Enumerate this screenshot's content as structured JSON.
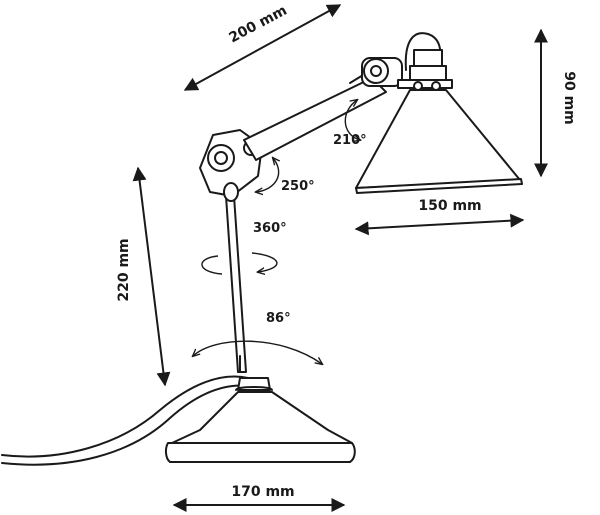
{
  "dimensions": {
    "arm_length": "200 mm",
    "shade_height": "90 mm",
    "shade_width": "150 mm",
    "stem_height": "220 mm",
    "base_width": "170 mm"
  },
  "angles": {
    "shade_tilt": "210°",
    "elbow": "250°",
    "rotation": "360°",
    "base_tilt": "86°"
  },
  "colors": {
    "ink": "#1a1a1a",
    "background": "#ffffff"
  }
}
